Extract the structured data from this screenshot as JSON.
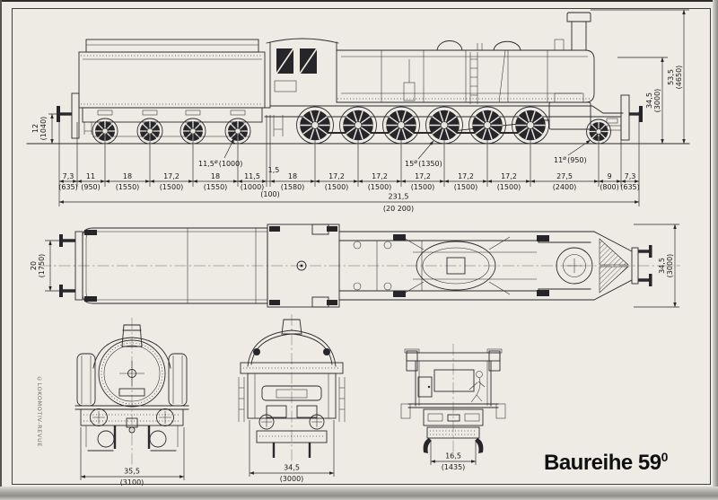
{
  "page": {
    "title_main": "Baureihe 59",
    "title_sup": "0",
    "credit": "©LOKOMOTIV-REVUE"
  },
  "side_view": {
    "chain": [
      {
        "s": "7,3",
        "p": "(635)"
      },
      {
        "s": "11",
        "p": "(950)"
      },
      {
        "s": "18",
        "p": "(1550)"
      },
      {
        "s": "17,2",
        "p": "(1500)"
      },
      {
        "s": "18",
        "p": "(1550)"
      },
      {
        "s": "11,5",
        "p": "(1000)"
      },
      {
        "s": "1,5",
        "p": "(100)"
      },
      {
        "s": "18",
        "p": "(1580)"
      },
      {
        "s": "17,2",
        "p": "(1500)"
      },
      {
        "s": "17,2",
        "p": "(1500)"
      },
      {
        "s": "17,2",
        "p": "(1500)"
      },
      {
        "s": "17,2",
        "p": "(1500)"
      },
      {
        "s": "17,2",
        "p": "(1500)"
      },
      {
        "s": "27,5",
        "p": "(2400)"
      },
      {
        "s": "9",
        "p": "(800)"
      },
      {
        "s": "7,3",
        "p": "(635)"
      }
    ],
    "total": {
      "s": "231,5",
      "p": "(20 200)"
    },
    "wheel_callouts": [
      {
        "s": "11,5",
        "dia": "⌀",
        "p": "(1000)"
      },
      {
        "s": "15",
        "dia": "⌀",
        "p": "(1350)"
      },
      {
        "s": "11",
        "dia": "⌀",
        "p": "(950)"
      }
    ],
    "buffer_height": {
      "s": "12",
      "p": "(1040)"
    },
    "boiler_height": {
      "s": "34,5",
      "p": "(3000)"
    },
    "total_height": {
      "s": "53,5",
      "p": "(4650)"
    }
  },
  "plan_view": {
    "buffer_spacing": {
      "s": "20",
      "p": "(1750)"
    },
    "overall_width": {
      "s": "34,5",
      "p": "(3000)"
    }
  },
  "end_views": {
    "loco_front_width": {
      "s": "35,5",
      "p": "(3100)"
    },
    "tender_rear_width": {
      "s": "34,5",
      "p": "(3000)"
    },
    "track_gauge": {
      "s": "16,5",
      "p": "(1435)"
    }
  }
}
